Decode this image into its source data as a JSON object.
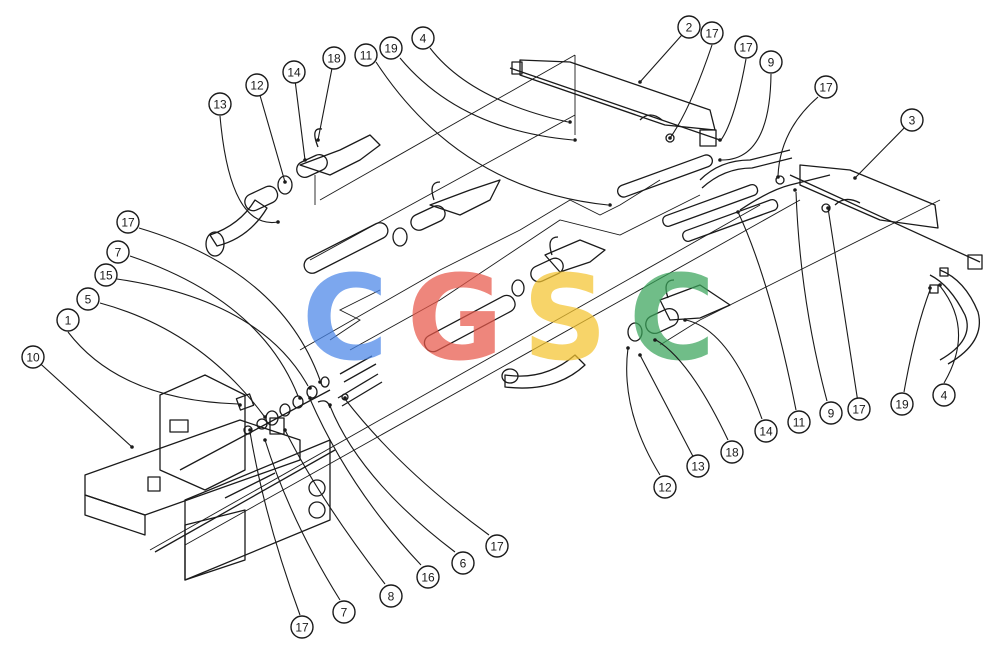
{
  "callouts": [
    {
      "id": "c1",
      "label": "1"
    },
    {
      "id": "c2",
      "label": "2"
    },
    {
      "id": "c3",
      "label": "3"
    },
    {
      "id": "c4a",
      "label": "4"
    },
    {
      "id": "c4b",
      "label": "4"
    },
    {
      "id": "c5",
      "label": "5"
    },
    {
      "id": "c6",
      "label": "6"
    },
    {
      "id": "c7a",
      "label": "7"
    },
    {
      "id": "c7b",
      "label": "7"
    },
    {
      "id": "c8",
      "label": "8"
    },
    {
      "id": "c9a",
      "label": "9"
    },
    {
      "id": "c9b",
      "label": "9"
    },
    {
      "id": "c10",
      "label": "10"
    },
    {
      "id": "c11a",
      "label": "11"
    },
    {
      "id": "c11b",
      "label": "11"
    },
    {
      "id": "c12a",
      "label": "12"
    },
    {
      "id": "c12b",
      "label": "12"
    },
    {
      "id": "c13a",
      "label": "13"
    },
    {
      "id": "c13b",
      "label": "13"
    },
    {
      "id": "c14a",
      "label": "14"
    },
    {
      "id": "c14b",
      "label": "14"
    },
    {
      "id": "c15",
      "label": "15"
    },
    {
      "id": "c16",
      "label": "16"
    },
    {
      "id": "c17a",
      "label": "17"
    },
    {
      "id": "c17b",
      "label": "17"
    },
    {
      "id": "c17c",
      "label": "17"
    },
    {
      "id": "c17d",
      "label": "17"
    },
    {
      "id": "c17e",
      "label": "17"
    },
    {
      "id": "c17f",
      "label": "17"
    },
    {
      "id": "c17g",
      "label": "17"
    },
    {
      "id": "c18a",
      "label": "18"
    },
    {
      "id": "c18b",
      "label": "18"
    },
    {
      "id": "c19a",
      "label": "19"
    },
    {
      "id": "c19b",
      "label": "19"
    }
  ],
  "watermark": {
    "letters": [
      "C",
      "G",
      "S",
      "C"
    ],
    "colors": [
      "#4a86e8",
      "#e8584a",
      "#f4c430",
      "#3aa55b"
    ]
  }
}
